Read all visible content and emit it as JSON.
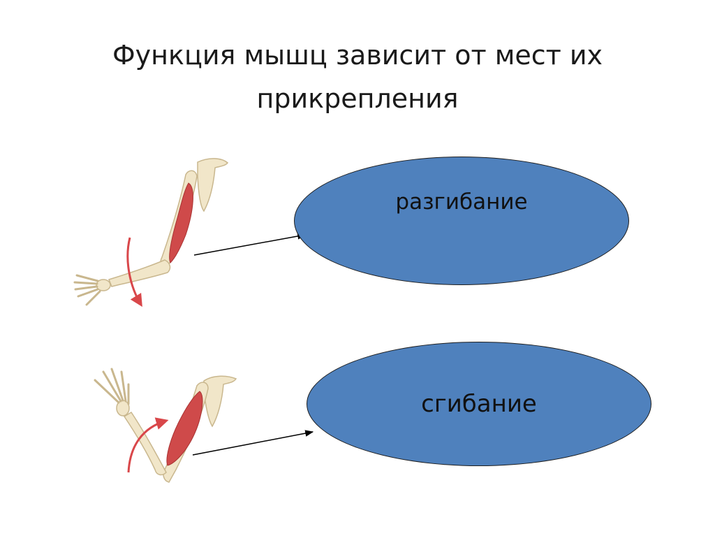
{
  "slide": {
    "title_line1": "Функция мышц зависит от мест их",
    "title_line2": "прикрепления"
  },
  "diagram": {
    "extension_label": "разгибание",
    "flexion_label": "сгибание",
    "colors": {
      "oval_fill": "#4f81bd",
      "oval_stroke": "#1d1d1d",
      "bone": "#f1e6c9",
      "bone_outline": "#c9b78e",
      "muscle": "#cf4a4a",
      "muscle_dark": "#a83232",
      "motion_arrow": "#d9474a"
    },
    "icons": [
      "arm-extension-illustration",
      "arm-flexion-illustration",
      "pointer-arrow"
    ]
  }
}
